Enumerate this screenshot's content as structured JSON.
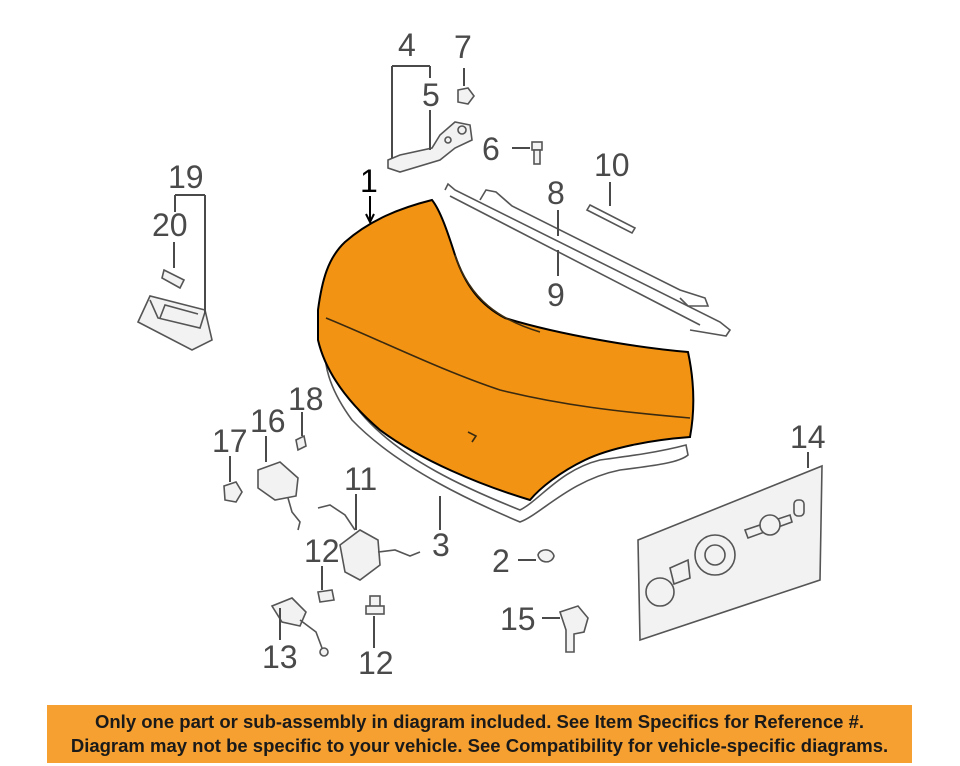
{
  "colors": {
    "highlight_part": "#f39313",
    "banner_background": "#f5a030",
    "line_art": "#555555"
  },
  "callouts": {
    "c1": "1",
    "c2": "2",
    "c3": "3",
    "c4": "4",
    "c5": "5",
    "c6": "6",
    "c7": "7",
    "c8": "8",
    "c9": "9",
    "c10": "10",
    "c11": "11",
    "c12a": "12",
    "c12b": "12",
    "c13": "13",
    "c14": "14",
    "c15": "15",
    "c16": "16",
    "c17": "17",
    "c18": "18",
    "c19": "19",
    "c20": "20"
  },
  "disclaimer": {
    "line1": "Only one part or sub-assembly in diagram included. See Item Specifics for Reference #.",
    "line2": "Diagram may not be specific to your vehicle. See Compatibility for vehicle-specific diagrams."
  }
}
